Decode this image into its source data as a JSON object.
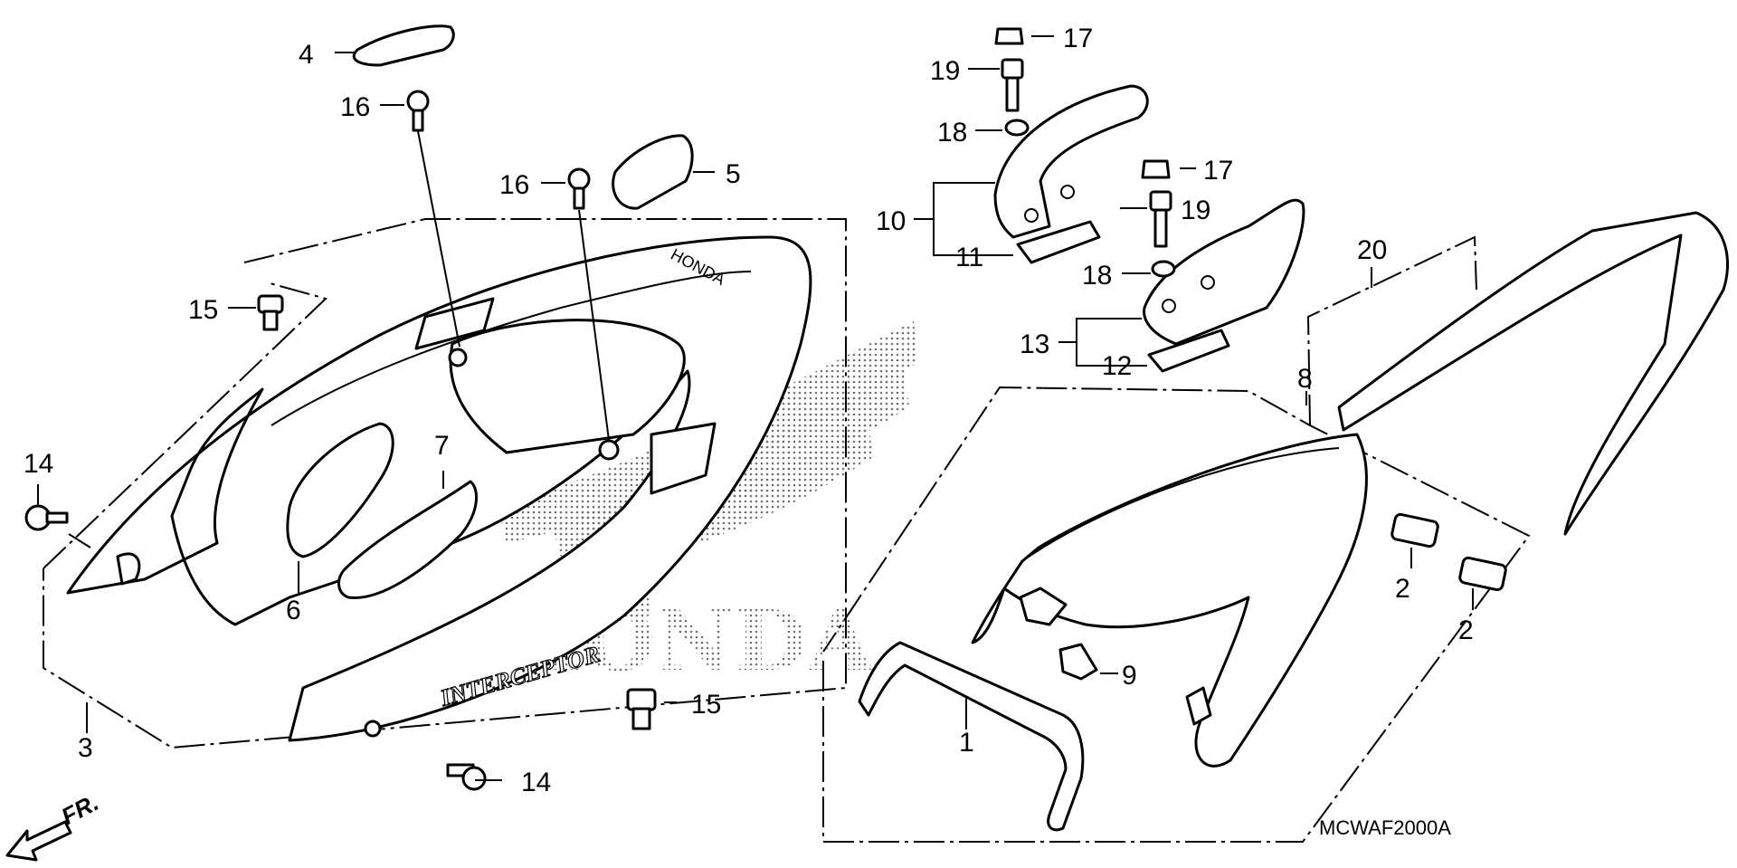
{
  "diagram": {
    "drawing_code": "MCWAF2000A",
    "front_label": "FR.",
    "watermark": "HONDA",
    "cowl_brand": "HONDA",
    "model_badge": "INTERCEPTOR",
    "callouts": [
      {
        "id": "c1",
        "label": "1"
      },
      {
        "id": "c2a",
        "label": "2"
      },
      {
        "id": "c2b",
        "label": "2"
      },
      {
        "id": "c3",
        "label": "3"
      },
      {
        "id": "c4",
        "label": "4"
      },
      {
        "id": "c5",
        "label": "5"
      },
      {
        "id": "c6",
        "label": "6"
      },
      {
        "id": "c7",
        "label": "7"
      },
      {
        "id": "c8",
        "label": "8"
      },
      {
        "id": "c9",
        "label": "9"
      },
      {
        "id": "c10",
        "label": "10"
      },
      {
        "id": "c11",
        "label": "11"
      },
      {
        "id": "c12",
        "label": "12"
      },
      {
        "id": "c13",
        "label": "13"
      },
      {
        "id": "c14a",
        "label": "14"
      },
      {
        "id": "c14b",
        "label": "14"
      },
      {
        "id": "c15a",
        "label": "15"
      },
      {
        "id": "c15b",
        "label": "15"
      },
      {
        "id": "c16a",
        "label": "16"
      },
      {
        "id": "c16b",
        "label": "16"
      },
      {
        "id": "c17a",
        "label": "17"
      },
      {
        "id": "c17b",
        "label": "17"
      },
      {
        "id": "c18a",
        "label": "18"
      },
      {
        "id": "c18b",
        "label": "18"
      },
      {
        "id": "c19a",
        "label": "19"
      },
      {
        "id": "c19b",
        "label": "19"
      },
      {
        "id": "c20",
        "label": "20"
      }
    ]
  }
}
